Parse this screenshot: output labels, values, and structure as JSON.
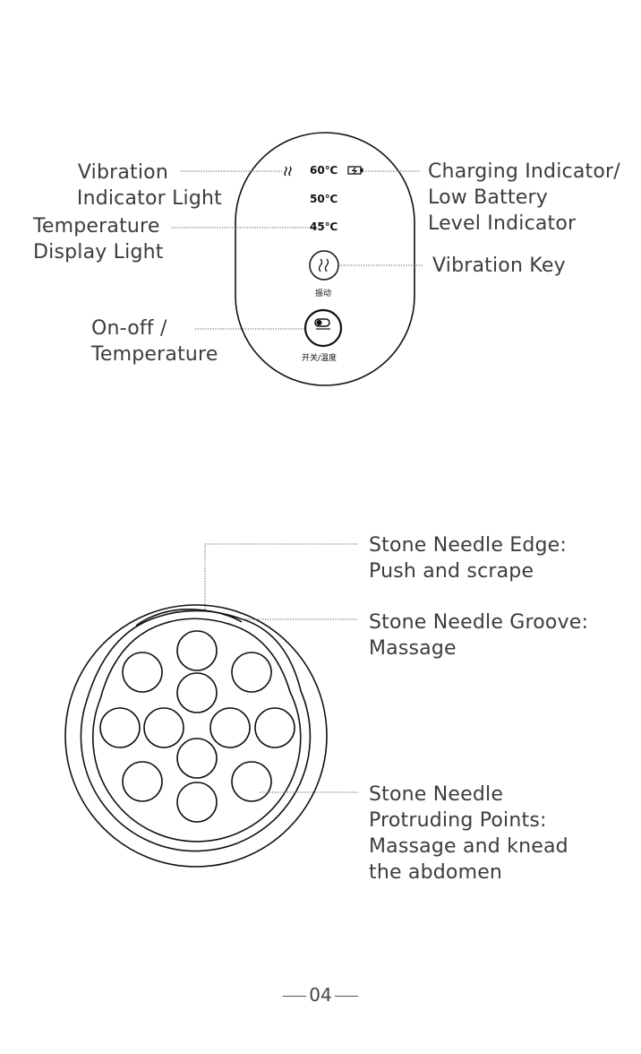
{
  "control_panel": {
    "temps": [
      "60℃",
      "50℃",
      "45℃"
    ],
    "vibration_key_cn": "振动",
    "power_key_cn": "开关/温度"
  },
  "labels": {
    "vibration_indicator": [
      "Vibration",
      "Indicator Light"
    ],
    "temperature_display": [
      "Temperature",
      "Display Light"
    ],
    "onoff_temperature": [
      "On-off /",
      "Temperature"
    ],
    "charging_indicator": [
      "Charging Indicator/",
      "Low Battery",
      "Level Indicator"
    ],
    "vibration_key": [
      "Vibration Key"
    ],
    "stone_edge": [
      "Stone Needle Edge:",
      "Push and scrape"
    ],
    "stone_groove": [
      "Stone Needle Groove:",
      "Massage"
    ],
    "stone_points": [
      "Stone Needle",
      "Protruding Points:",
      "Massage and knead",
      "the abdomen"
    ]
  },
  "page_number": "04"
}
